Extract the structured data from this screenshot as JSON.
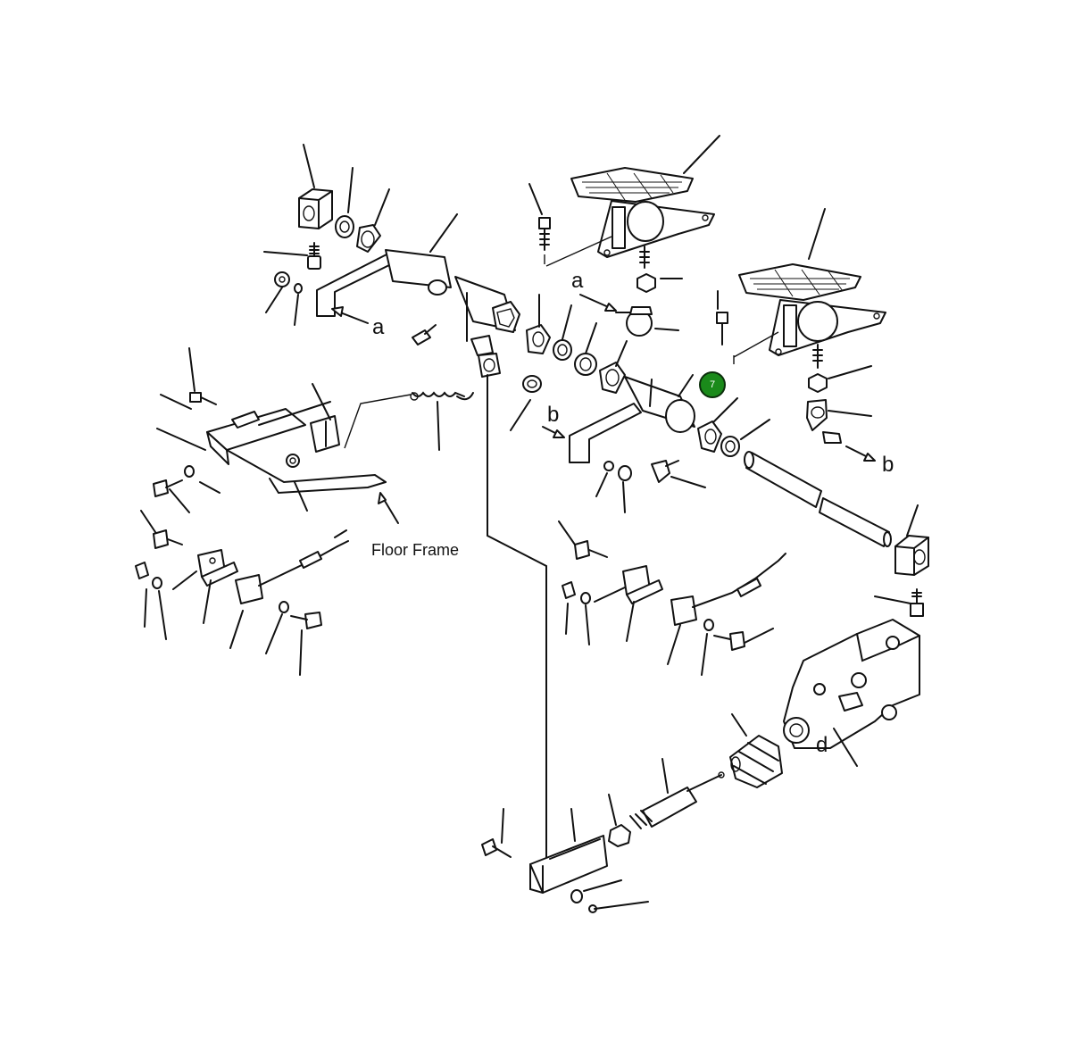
{
  "diagram": {
    "labels": {
      "a_left": "a",
      "a_right": "a",
      "b_left": "b",
      "b_right": "b",
      "floor_frame": "Floor Frame",
      "d": "d"
    },
    "hotspots": [
      {
        "label": "7",
        "color": "#1a8a1a"
      }
    ]
  }
}
